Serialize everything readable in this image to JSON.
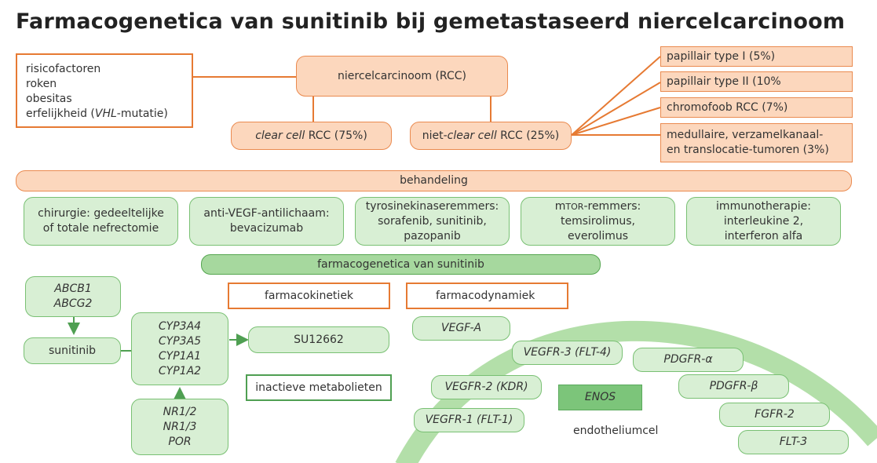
{
  "title": "Farmacogenetica van sunitinib bij gemetastaseerd niercelcarcinoom",
  "risk_factors": [
    "risicofactoren",
    "roken",
    "obesitas"
  ],
  "risk_heredity": {
    "prefix": "erfelijkheid (",
    "gene": "VHL",
    "suffix": "-mutatie)"
  },
  "rcc": "niercelcarcinoom (RCC)",
  "clear_cell": {
    "italic": "clear cell",
    "rest": " RCC (75%)"
  },
  "non_clear_cell": {
    "prefix": "niet-",
    "italic": "clear cell",
    "rest": " RCC (25%)"
  },
  "subtypes": [
    "papillair type I (5%)",
    "papillair type II (10%",
    "chromofoob RCC (7%)",
    "medullaire, verzamelkanaal-",
    "en translocatie-tumoren (3%)"
  ],
  "treatment": "behandeling",
  "treatments": [
    [
      "chirurgie: gedeeltelijke",
      "of totale nefrectomie"
    ],
    [
      "anti-VEGF-antilichaam:",
      "bevacizumab"
    ],
    [
      "tyrosinekinaseremmers:",
      "sorafenib, sunitinib,",
      "pazopanib"
    ],
    [
      "temsirolimus,",
      "everolimus"
    ],
    [
      "immunotherapie:",
      "interleukine 2,",
      "interferon alfa"
    ]
  ],
  "mtor": {
    "prefix": "m",
    "smallcaps": "TOR",
    "suffix": "-remmers:"
  },
  "pharmacogenetics": "farmacogenetica van sunitinib",
  "pharmacokinetics": "farmacokinetiek",
  "pharmacodynamics": "farmacodynamiek",
  "transporters": [
    "ABCB1",
    "ABCG2"
  ],
  "sunitinib": "sunitinib",
  "cyp": [
    "CYP3A4",
    "CYP3A5",
    "CYP1A1",
    "CYP1A2"
  ],
  "regulators": [
    "NR1/2",
    "NR1/3",
    "POR"
  ],
  "metabolite": "SU12662",
  "inactive": "inactieve metabolieten",
  "targets": {
    "vegfa": "VEGF-A",
    "vegfr3": "VEGFR-3 (FLT-4)",
    "pdgfra": "PDGFR-α",
    "vegfr2": "VEGFR-2 (KDR)",
    "enos": "ENOS",
    "pdgfrb": "PDGFR-β",
    "vegfr1": "VEGFR-1 (FLT-1)",
    "fgfr2": "FGFR-2",
    "flt3": "FLT-3"
  },
  "endothelial": "endotheliumcel",
  "colors": {
    "orange": "#e67a33",
    "peach": "#fcd7bd",
    "green_light": "#d8efd4",
    "green_mid": "#a6d89e",
    "green_arrow": "#4f9f52",
    "green_arc": "#b3dfa9"
  }
}
